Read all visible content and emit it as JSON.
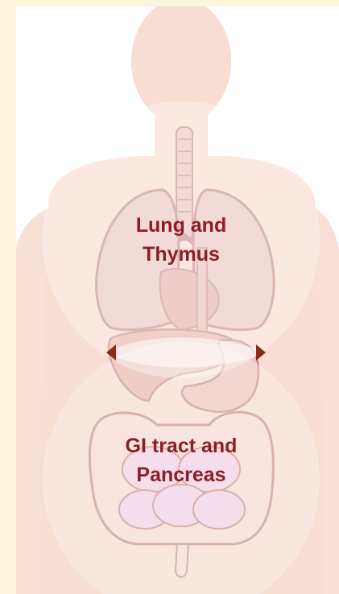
{
  "regions": [
    {
      "id": "thorax",
      "label_lines": [
        "Lung and",
        "Thymus"
      ]
    },
    {
      "id": "abdomen",
      "label_lines": [
        "GI tract and",
        "Pancreas"
      ]
    }
  ],
  "colors": {
    "page_background": "#fdf4dc",
    "panel_background": "#ffffff",
    "body_silhouette": "#f7ddd2",
    "lung_fill": "#ecc7c3",
    "organ_outline": "#c9908c",
    "liver_fill": "#e8b8ad",
    "stomach_fill": "#eec4be",
    "intestine_fill": "#f3cfe2",
    "region_circle": "#ffffff",
    "lens_edge": "#8b2a16",
    "label_text": "#8b1f24"
  }
}
